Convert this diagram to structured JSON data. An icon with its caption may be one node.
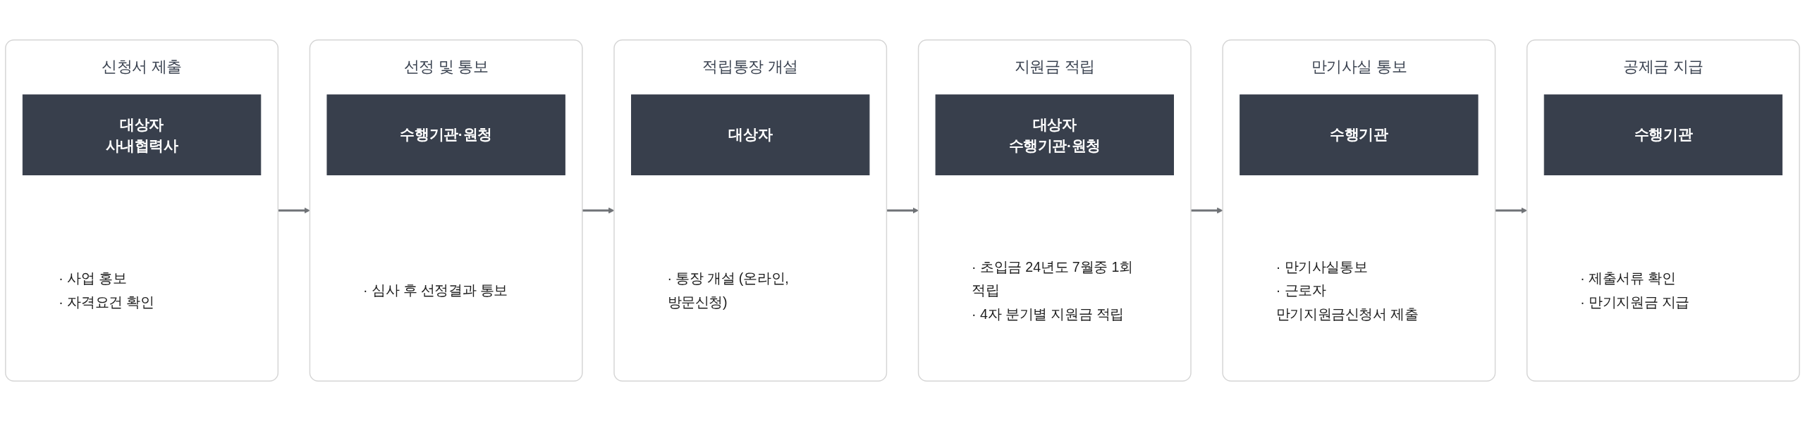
{
  "diagram": {
    "nodes": [
      {
        "text": [
          "신청서 제출",
          "· 사업 홍보",
          "· 자격요건 확인"
        ]
      },
      {
        "text": [
          "대상자",
          "사내협력사"
        ],
        "in": 0
      },
      {
        "text": [
          "선정 및 통보",
          "· 심사 후 선정결과 통보"
        ]
      },
      {
        "text": [
          "수행기관·원청"
        ],
        "in": 2
      },
      {
        "text": [
          "적립통장 개설",
          "· 통장 개설 (온라인, 방문신청)"
        ]
      },
      {
        "text": [
          "대상자"
        ],
        "in": 4
      },
      {
        "text": [
          "지원금 적립",
          "· 초입금 24년도 7월중 1회 적립",
          "· 4자 분기별 지원금 적립"
        ]
      },
      {
        "text": [
          "대상자",
          "수행기관·원청"
        ],
        "in": 6
      },
      {
        "text": [
          "만기사실 통보",
          "· 만기사실통보",
          "· 근로자 만기지원금신청서 제출"
        ]
      },
      {
        "text": [
          "수행기관"
        ],
        "in": 8
      },
      {
        "text": [
          "공제금 지급",
          "· 제출서류 확인",
          "· 만기지원금 지급"
        ]
      },
      {
        "text": [
          "수행기관"
        ],
        "in": 10
      }
    ],
    "edges": [
      {
        "from": 0,
        "to": 2,
        "arrow": "to"
      },
      {
        "from": 2,
        "to": 4,
        "arrow": "to"
      },
      {
        "from": 4,
        "to": 6,
        "arrow": "to"
      },
      {
        "from": 6,
        "to": 8,
        "arrow": "to"
      },
      {
        "from": 8,
        "to": 10,
        "arrow": "to"
      }
    ]
  }
}
